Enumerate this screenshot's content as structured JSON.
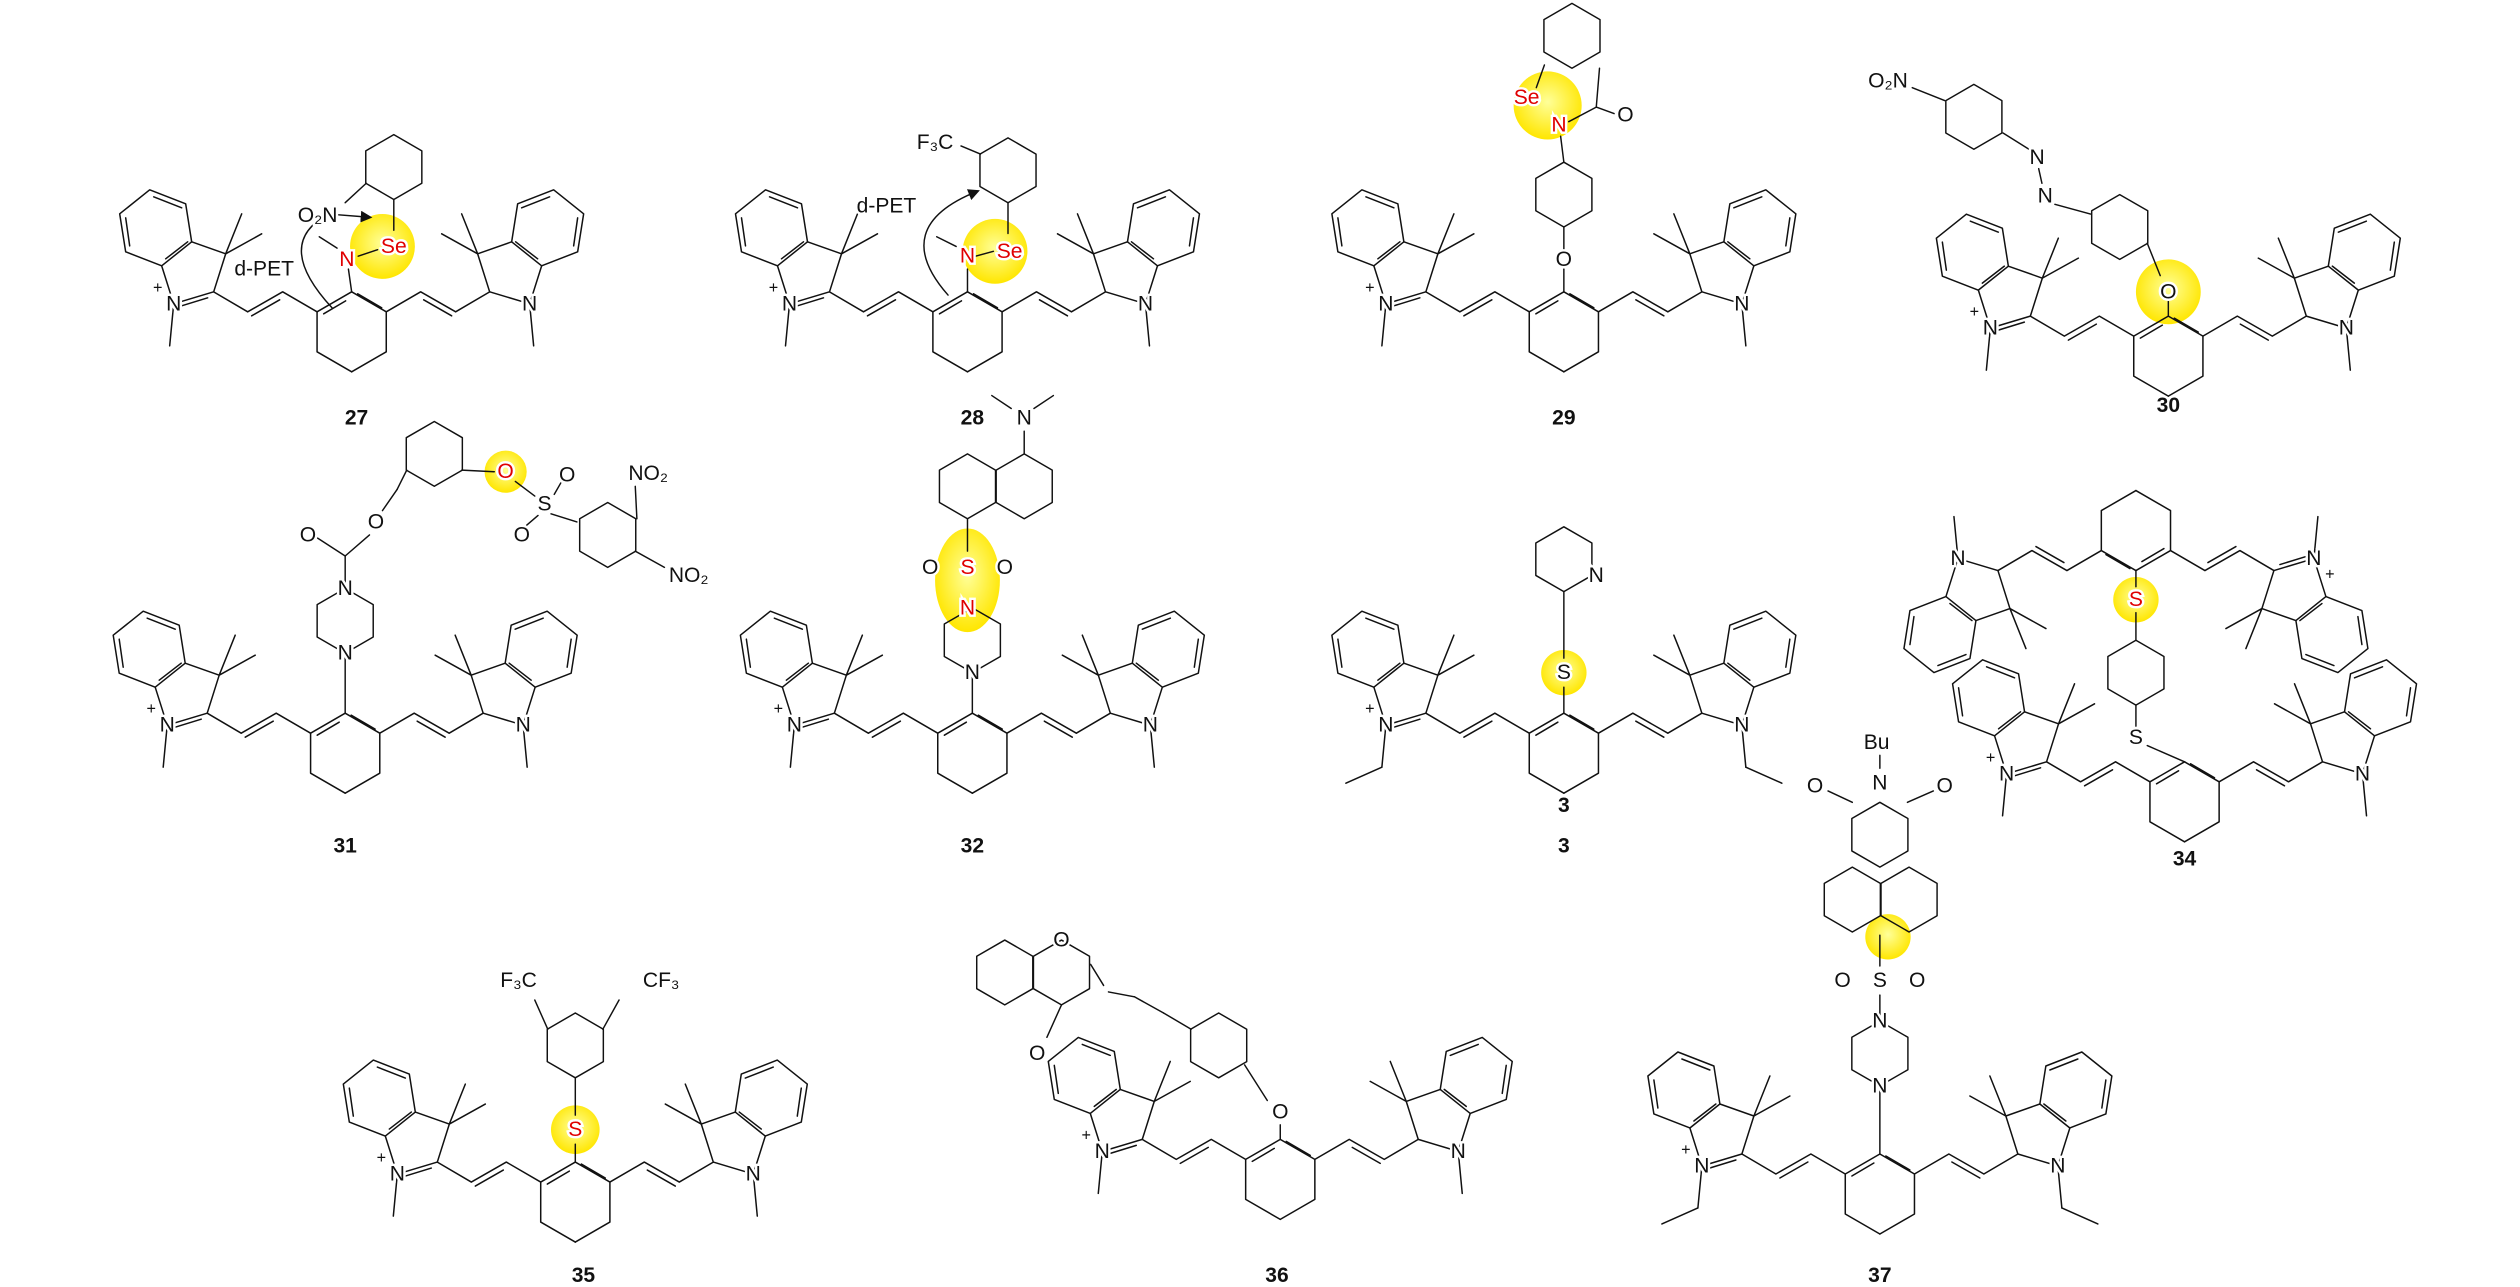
{
  "compounds": [
    {
      "number": "27",
      "labels": [
        "O₂N",
        "d-PET",
        "N",
        "Se"
      ]
    },
    {
      "number": "28",
      "labels": [
        "F₃C",
        "d-PET",
        "N",
        "Se"
      ]
    },
    {
      "number": "29",
      "labels": [
        "O",
        "N",
        "Se",
        "O"
      ]
    },
    {
      "number": "30",
      "labels": [
        "O₂N",
        "N",
        "N",
        "O"
      ]
    },
    {
      "number": "31",
      "labels": [
        "N",
        "N",
        "O",
        "O",
        "O",
        "S",
        "O",
        "O",
        "NO₂",
        "NO₂"
      ]
    },
    {
      "number": "32",
      "labels": [
        "N",
        "N",
        "S",
        "O",
        "O",
        "N"
      ]
    },
    {
      "number": "3",
      "number2": "3",
      "labels": [
        "S",
        "N"
      ]
    },
    {
      "number": "34",
      "labels": [
        "S",
        "S",
        "N",
        "N",
        "+"
      ]
    },
    {
      "number": "35",
      "labels": [
        "S",
        "F₃C",
        "CF₃"
      ]
    },
    {
      "number": "36",
      "labels": [
        "O",
        "O",
        "O"
      ]
    },
    {
      "number": "37",
      "labels": [
        "N",
        "N",
        "S",
        "O",
        "O",
        "N",
        "Bu",
        "O",
        "O"
      ]
    }
  ],
  "core_labels": {
    "n": "N",
    "plus": "+"
  },
  "colors": {
    "highlight": "#ffef1a",
    "highlight_light": "#ffff99",
    "heteroatom_red": "#e00000",
    "bond": "#111111"
  }
}
